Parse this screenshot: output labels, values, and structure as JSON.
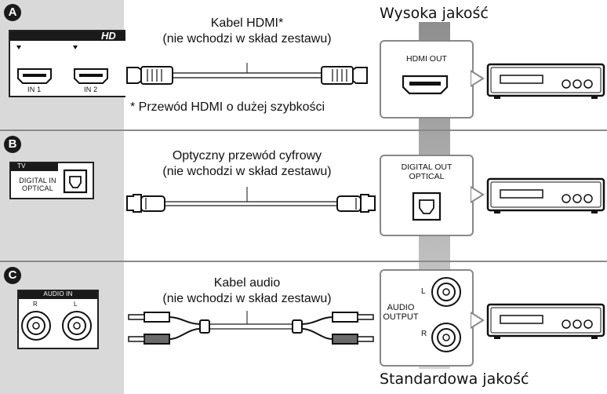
{
  "quality": {
    "high": "Wysoka jakość",
    "standard": "Standardowa jakość"
  },
  "sections": [
    {
      "badge": "A",
      "tv_panel": {
        "brand_text": "HD",
        "ports": [
          "IN 1",
          "IN 2"
        ]
      },
      "cable_title": "Kabel HDMI*",
      "cable_subtitle": "(nie wchodzi w skład zestawu)",
      "footnote": "* Przewód HDMI o dużej szybkości",
      "output_label": "HDMI OUT"
    },
    {
      "badge": "B",
      "tv_panel": {
        "header": "TV",
        "label_line1": "DIGITAL IN",
        "label_line2": "OPTICAL"
      },
      "cable_title": "Optyczny przewód cyfrowy",
      "cable_subtitle": "(nie wchodzi w skład zestawu)",
      "output_label_line1": "DIGITAL OUT",
      "output_label_line2": "OPTICAL"
    },
    {
      "badge": "C",
      "tv_panel": {
        "header": "AUDIO IN",
        "left_jack": "R",
        "right_jack": "L"
      },
      "cable_title": "Kabel audio",
      "cable_subtitle": "(nie wchodzi w skład zestawu)",
      "output_label_line1": "AUDIO",
      "output_label_line2": "OUTPUT",
      "jack_top": "L",
      "jack_bottom": "R"
    }
  ],
  "colors": {
    "panel_gray": "#d9d9d9",
    "arrow_gray": "#a0a0a0",
    "separator": "#8a8a8a",
    "ink": "#111111"
  }
}
